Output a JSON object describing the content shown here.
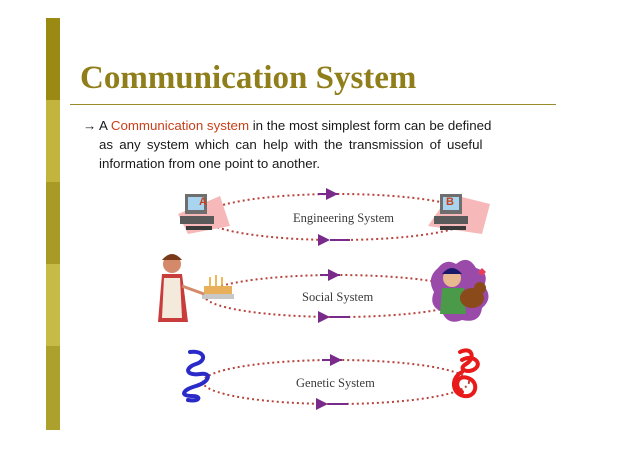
{
  "slide": {
    "title": "Communication System",
    "bullet": {
      "arrow": "→",
      "prefix": "A ",
      "highlight": "Communication system",
      "line1_rest": " in the most simplest form can be defined",
      "line2": "as any system which can help with the transmission of useful",
      "line3": "information from one point to another."
    },
    "colors": {
      "title": "#8f7e1a",
      "highlight": "#c8401a",
      "arrow_purple": "#7a2a8a",
      "ellipse_red": "#b8433c"
    }
  },
  "diagram": {
    "rows": [
      {
        "label": "Engineering System",
        "left_icon": "computer-icon",
        "right_icon": "computer-icon",
        "left_badge": "A",
        "right_badge": "B"
      },
      {
        "label": "Social System",
        "left_icon": "woman-with-cake-icon",
        "right_icon": "boy-with-dog-icon"
      },
      {
        "label": "Genetic System",
        "left_icon": "blue-dna-icon",
        "right_icon": "red-dna-icon"
      }
    ]
  }
}
